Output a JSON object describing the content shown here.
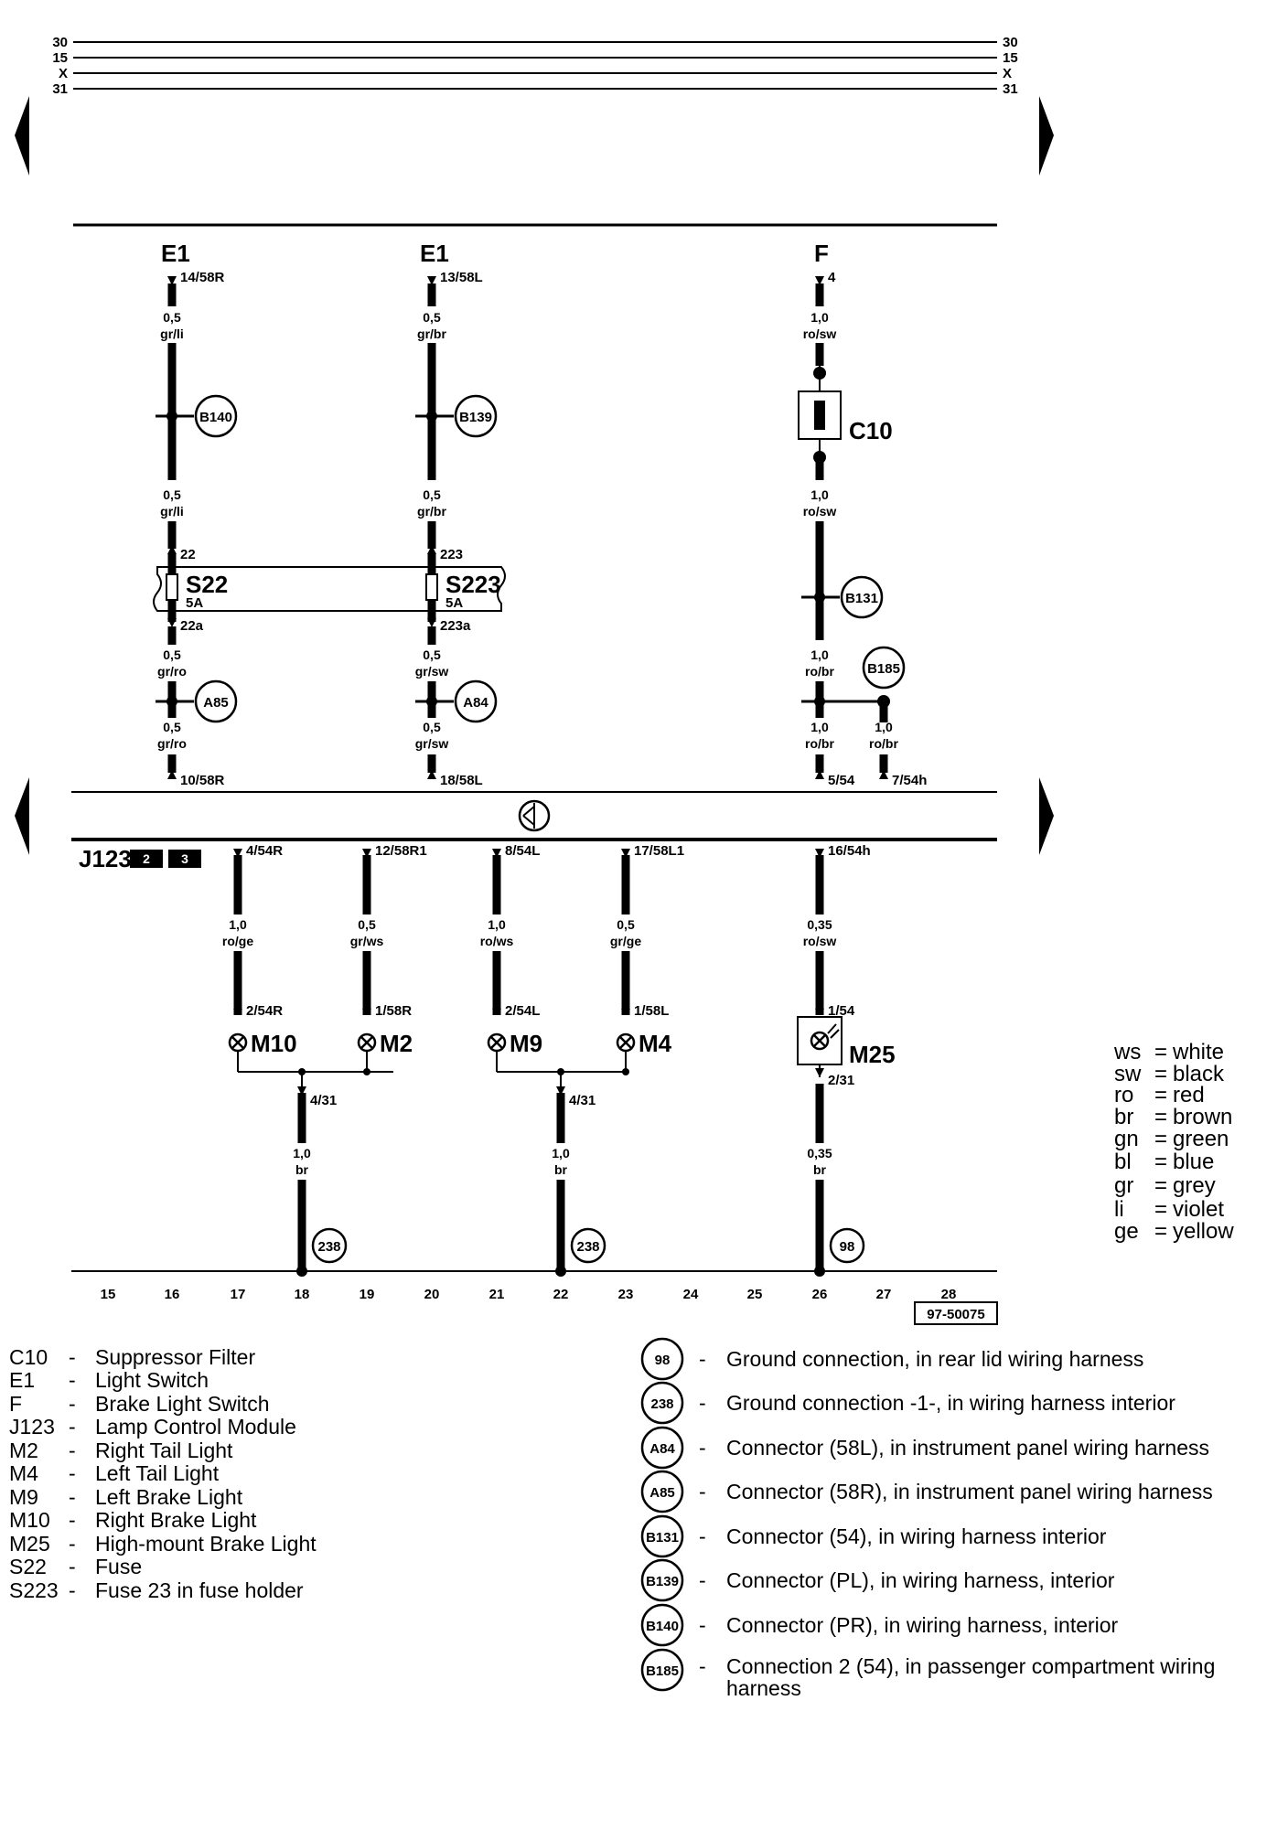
{
  "rails": [
    "30",
    "15",
    "X",
    "31"
  ],
  "diagram_id": "97-50075",
  "controls": {
    "ground_symbol": "ground-symbol-icon",
    "nav_left_icon": "triangle-left-icon",
    "nav_right_icon": "triangle-right-icon"
  },
  "components": {
    "E1_left": "E1",
    "E1_right": "E1",
    "F": "F",
    "C10": "C10",
    "S22": "S22",
    "S22_rating": "5A",
    "S223": "S223",
    "S223_rating": "5A",
    "J123": "J123",
    "J123_box1": "2",
    "J123_box2": "3",
    "M10": "M10",
    "M2": "M2",
    "M9": "M9",
    "M4": "M4",
    "M25": "M25"
  },
  "terminals": {
    "t1": "14/58R",
    "t2": "13/58L",
    "t3": "4",
    "t4": "22",
    "t5": "223",
    "t6": "22a",
    "t7": "223a",
    "t8": "10/58R",
    "t9": "18/58L",
    "t10": "5/54",
    "t11": "7/54h",
    "t12": "4/54R",
    "t13": "12/58R1",
    "t14": "8/54L",
    "t15": "17/58L1",
    "t16": "16/54h",
    "t17": "2/54R",
    "t18": "1/58R",
    "t19": "2/54L",
    "t20": "1/58L",
    "t21": "1/54",
    "t22": "4/31",
    "t23": "4/31",
    "t24": "2/31"
  },
  "wires": {
    "w1_size": "0,5",
    "w1_color": "gr/li",
    "w2_size": "0,5",
    "w2_color": "gr/br",
    "w3_size": "1,0",
    "w3_color": "ro/sw",
    "w4_size": "0,5",
    "w4_color": "gr/li",
    "w5_size": "0,5",
    "w5_color": "gr/br",
    "w6_size": "1,0",
    "w6_color": "ro/sw",
    "w7_size": "0,5",
    "w7_color": "gr/ro",
    "w8_size": "0,5",
    "w8_color": "gr/sw",
    "w9_size": "1,0",
    "w9_color": "ro/br",
    "w10_size": "0,5",
    "w10_color": "gr/ro",
    "w11_size": "0,5",
    "w11_color": "gr/sw",
    "w12_size": "1,0",
    "w12_color": "ro/br",
    "w13_size": "1,0",
    "w13_color": "ro/br",
    "w14_size": "1,0",
    "w14_color": "ro/ge",
    "w15_size": "0,5",
    "w15_color": "gr/ws",
    "w16_size": "1,0",
    "w16_color": "ro/ws",
    "w17_size": "0,5",
    "w17_color": "gr/ge",
    "w18_size": "0,35",
    "w18_color": "ro/sw",
    "w19_size": "1,0",
    "w19_color": "br",
    "w20_size": "1,0",
    "w20_color": "br",
    "w21_size": "0,35",
    "w21_color": "br"
  },
  "connectors": {
    "B140": "B140",
    "B139": "B139",
    "B131": "B131",
    "B185": "B185",
    "A85": "A85",
    "A84": "A84",
    "G238a": "238",
    "G238b": "238",
    "G98": "98"
  },
  "columns": [
    "15",
    "16",
    "17",
    "18",
    "19",
    "20",
    "21",
    "22",
    "23",
    "24",
    "25",
    "26",
    "27",
    "28"
  ],
  "color_key": [
    {
      "code": "ws",
      "name": "white"
    },
    {
      "code": "sw",
      "name": "black"
    },
    {
      "code": "ro",
      "name": "red"
    },
    {
      "code": "br",
      "name": "brown"
    },
    {
      "code": "gn",
      "name": "green"
    },
    {
      "code": "bl",
      "name": "blue"
    },
    {
      "code": "gr",
      "name": "grey"
    },
    {
      "code": "li",
      "name": "violet"
    },
    {
      "code": "ge",
      "name": "yellow"
    }
  ],
  "legend_components": [
    {
      "code": "C10",
      "desc": "Suppressor Filter"
    },
    {
      "code": "E1",
      "desc": "Light Switch"
    },
    {
      "code": "F",
      "desc": "Brake Light Switch"
    },
    {
      "code": "J123",
      "desc": "Lamp Control Module"
    },
    {
      "code": "M2",
      "desc": "Right Tail Light"
    },
    {
      "code": "M4",
      "desc": "Left Tail Light"
    },
    {
      "code": "M9",
      "desc": "Left Brake Light"
    },
    {
      "code": "M10",
      "desc": "Right Brake Light"
    },
    {
      "code": "M25",
      "desc": "High-mount Brake Light"
    },
    {
      "code": "S22",
      "desc": "Fuse"
    },
    {
      "code": "S223",
      "desc": "Fuse 23 in fuse holder"
    }
  ],
  "legend_connectors": [
    {
      "code": "98",
      "desc": "Ground connection, in rear lid wiring harness"
    },
    {
      "code": "238",
      "desc": "Ground connection -1-, in wiring harness interior"
    },
    {
      "code": "A84",
      "desc": "Connector (58L), in instrument panel wiring harness"
    },
    {
      "code": "A85",
      "desc": "Connector (58R), in instrument panel wiring harness"
    },
    {
      "code": "B131",
      "desc": "Connector (54), in wiring harness interior"
    },
    {
      "code": "B139",
      "desc": "Connector (PL), in wiring harness, interior"
    },
    {
      "code": "B140",
      "desc": "Connector (PR), in wiring harness, interior"
    },
    {
      "code": "B185",
      "desc": "Connection 2 (54), in passenger compartment wiring harness"
    }
  ],
  "dash": "-"
}
